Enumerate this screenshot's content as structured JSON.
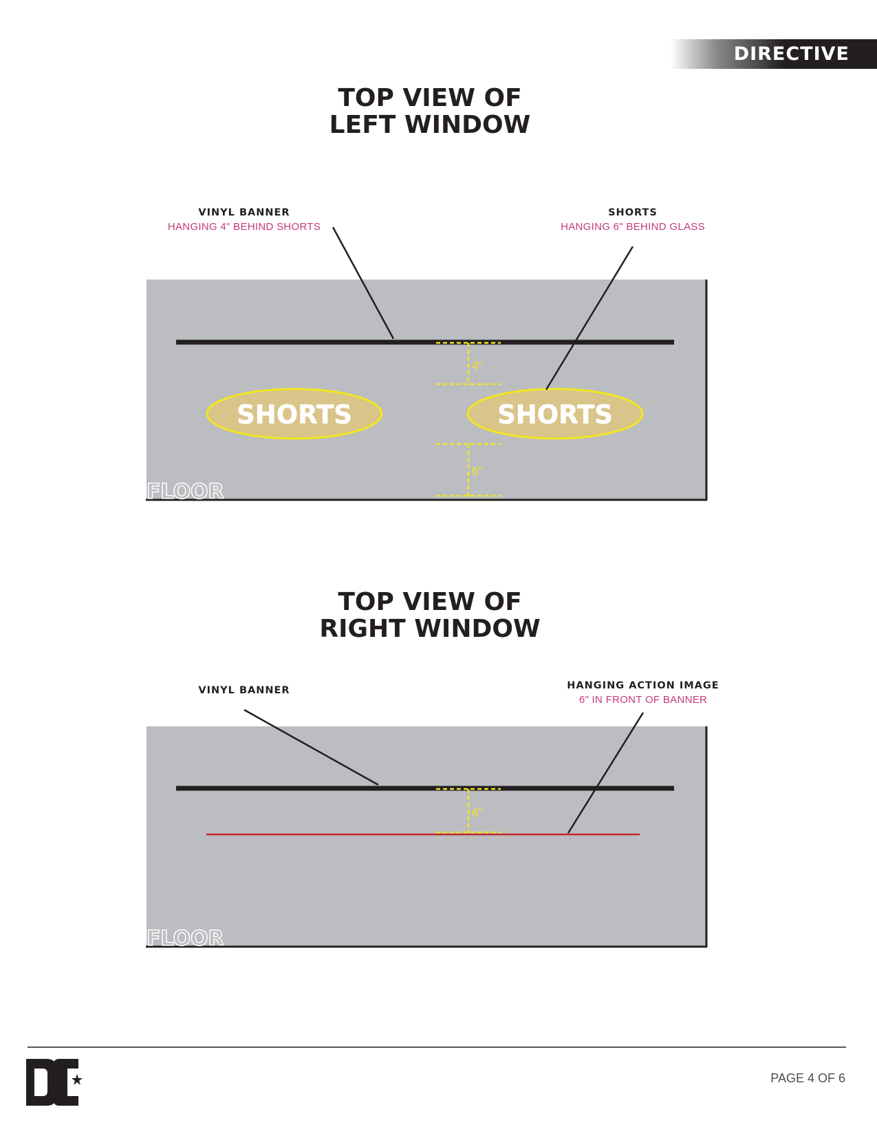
{
  "header": {
    "label": "DIRECTIVE"
  },
  "left_window": {
    "title_line1": "TOP VIEW OF",
    "title_line2": "LEFT WINDOW",
    "banner_label": "VINYL BANNER",
    "banner_note": "HANGING 4\" BEHIND SHORTS",
    "shorts_label": "SHORTS",
    "shorts_note": "HANGING 6\" BEHIND GLASS",
    "shorts_item_1": "SHORTS",
    "shorts_item_2": "SHORTS",
    "gap_upper": "4\"",
    "gap_lower": "6\"",
    "floor_label": "FLOOR"
  },
  "right_window": {
    "title_line1": "TOP VIEW OF",
    "title_line2": "RIGHT WINDOW",
    "banner_label": "VINYL BANNER",
    "image_label": "HANGING ACTION IMAGE",
    "image_note": "6\" IN FRONT OF BANNER",
    "gap": "6\"",
    "floor_label": "FLOOR"
  },
  "footer": {
    "page": "PAGE 4 OF 6"
  },
  "colors": {
    "floor": "#bcbdc0",
    "line": "#231f20",
    "dimension": "#f2e620",
    "shorts_fill": "#d9c48a",
    "shorts_outline": "#f2e620",
    "action_image_line": "#c1272d",
    "note_text": "#c2397b"
  },
  "icons": {
    "logo": "dc-logo-icon"
  }
}
